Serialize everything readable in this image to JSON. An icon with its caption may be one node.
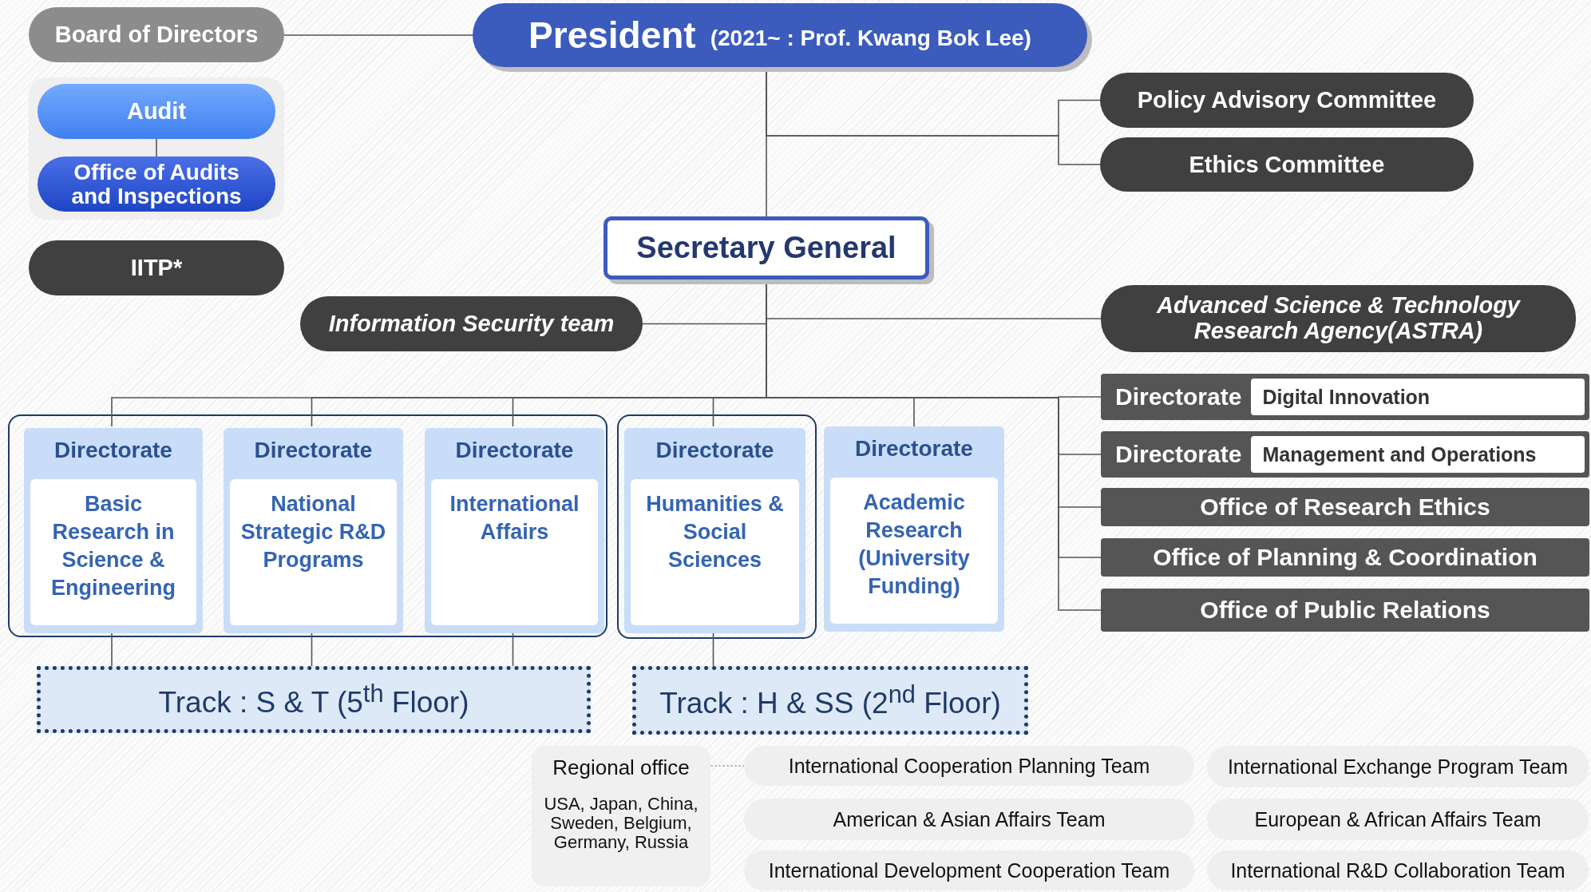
{
  "diagram": {
    "nodes": [
      {
        "text": [
          "Board of Directors"
        ]
      },
      {
        "text": [
          "President",
          "(2021~ : Prof. Kwang Bok Lee)"
        ]
      },
      {
        "text": [],
        "shape": "box"
      },
      {
        "text": [
          "Audit"
        ],
        "in": 2
      },
      {
        "text": [
          "Office of Audits and Inspections"
        ],
        "in": 2
      },
      {
        "text": [
          "IITP*"
        ]
      },
      {
        "text": [
          "Policy Advisory Committee"
        ]
      },
      {
        "text": [
          "Ethics Committee"
        ]
      },
      {
        "text": [
          "Secretary General"
        ]
      },
      {
        "text": [
          "Information Security team"
        ]
      },
      {
        "text": [
          "Advanced Science & Technology Research Agency(ASTRA)"
        ]
      },
      {
        "text": [],
        "shape": "box"
      },
      {
        "text": [
          "Directorate",
          "Basic Research in Science & Engineering"
        ],
        "in": 11
      },
      {
        "text": [
          "Directorate",
          "National Strategic R&D Programs"
        ],
        "in": 11
      },
      {
        "text": [
          "Directorate",
          "International Affairs"
        ],
        "in": 11
      },
      {
        "text": [],
        "shape": "box"
      },
      {
        "text": [
          "Directorate",
          "Humanities & Social Sciences"
        ],
        "in": 15
      },
      {
        "text": [
          "Directorate",
          "Academic Research (University Funding)"
        ]
      },
      {
        "text": [
          "Directorate",
          "Digital Innovation"
        ]
      },
      {
        "text": [
          "Directorate",
          "Management and Operations"
        ]
      },
      {
        "text": [
          "Office of Research Ethics"
        ]
      },
      {
        "text": [
          "Office of Planning & Coordination"
        ]
      },
      {
        "text": [
          "Office of Public Relations"
        ]
      },
      {
        "text": [
          "Track : S & T (5$^{th}$ Floor)"
        ]
      },
      {
        "text": [
          "Track : H & SS (2$^{nd}$ Floor)"
        ]
      },
      {
        "text": [
          "Regional office",
          "USA, Japan, China, Sweden, Belgium, Germany, Russia"
        ]
      },
      {
        "text": [
          "International Cooperation Planning Team"
        ]
      },
      {
        "text": [
          "International Exchange Program Team"
        ]
      },
      {
        "text": [
          "American & Asian Affairs Team"
        ]
      },
      {
        "text": [
          "European & African Affairs Team"
        ]
      },
      {
        "text": [
          "International Development Cooperation Team"
        ]
      },
      {
        "text": [
          "International R&D Collaboration Team"
        ]
      }
    ],
    "edges": [
      {
        "from": 0,
        "to": 1,
        "arrow": "none"
      },
      {
        "from": 3,
        "to": 4,
        "arrow": "none"
      },
      {
        "from": 1,
        "to": 8,
        "arrow": "none"
      },
      {
        "from": 1,
        "to": 6,
        "arrow": "none"
      },
      {
        "from": 1,
        "to": 7,
        "arrow": "none"
      },
      {
        "from": 8,
        "to": 9,
        "arrow": "none"
      },
      {
        "from": 8,
        "to": 10,
        "arrow": "none"
      },
      {
        "from": 8,
        "to": 12,
        "arrow": "none"
      },
      {
        "from": 8,
        "to": 13,
        "arrow": "none"
      },
      {
        "from": 8,
        "to": 14,
        "arrow": "none"
      },
      {
        "from": 8,
        "to": 16,
        "arrow": "none"
      },
      {
        "from": 8,
        "to": 17,
        "arrow": "none"
      },
      {
        "from": 8,
        "to": 18,
        "arrow": "none"
      },
      {
        "from": 8,
        "to": 19,
        "arrow": "none"
      },
      {
        "from": 8,
        "to": 20,
        "arrow": "none"
      },
      {
        "from": 8,
        "to": 21,
        "arrow": "none"
      },
      {
        "from": 8,
        "to": 22,
        "arrow": "none"
      },
      {
        "from": 12,
        "to": 23,
        "arrow": "none"
      },
      {
        "from": 13,
        "to": 23,
        "arrow": "none"
      },
      {
        "from": 14,
        "to": 23,
        "arrow": "none"
      },
      {
        "from": 16,
        "to": 24,
        "arrow": "none"
      },
      {
        "from": 25,
        "to": 26,
        "arrow": "none",
        "style": "dashed"
      }
    ]
  }
}
